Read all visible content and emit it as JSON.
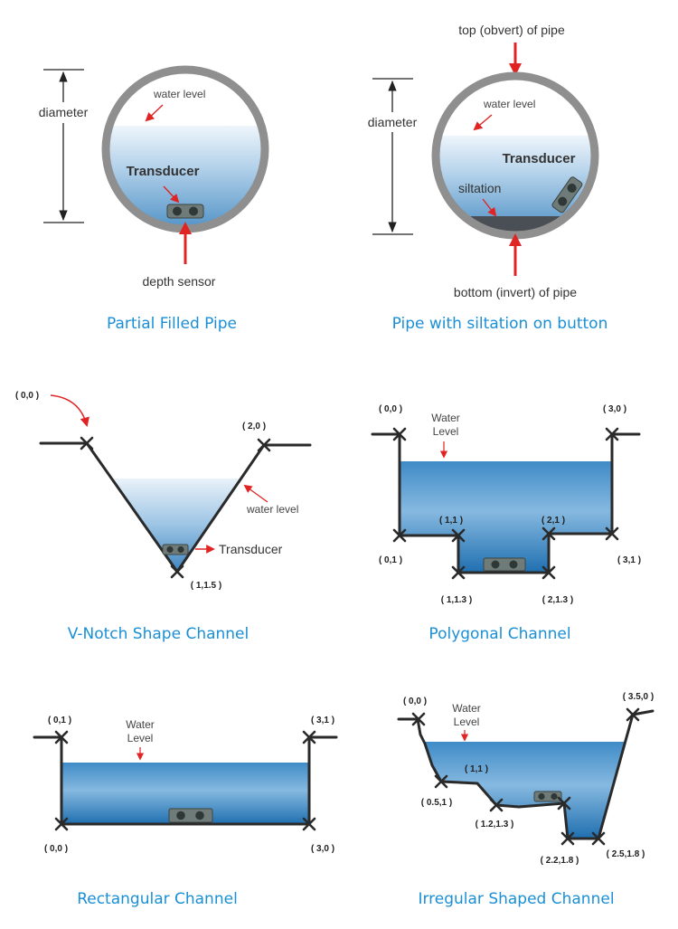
{
  "partial_pipe": {
    "caption": "Partial Filled Pipe",
    "diameter_label": "diameter",
    "water_level_label": "water level",
    "transducer_label": "Transducer",
    "sensor_label": "depth sensor"
  },
  "silt_pipe": {
    "caption": "Pipe with siltation on button",
    "top_label": "top (obvert) of pipe",
    "diameter_label": "diameter",
    "water_level_label": "water level",
    "transducer_label": "Transducer",
    "siltation_label": "siltation",
    "bottom_label": "bottom (invert) of pipe"
  },
  "vnotch": {
    "caption": "V-Notch Shape Channel",
    "points": [
      "( 0,0 )",
      "( 2,0 )",
      "( 1,1.5 )"
    ],
    "water_level_label": "water level",
    "transducer_label": "Transducer"
  },
  "polygonal": {
    "caption": "Polygonal Channel",
    "points": [
      "( 0,0 )",
      "( 3,0 )",
      "( 1,1 )",
      "( 2,1 )",
      "( 0,1 )",
      "( 3,1 )",
      "( 1,1.3 )",
      "( 2,1.3 )"
    ],
    "water_label_line1": "Water",
    "water_label_line2": "Level"
  },
  "rectangular": {
    "caption": "Rectangular Channel",
    "points": [
      "( 0,1 )",
      "( 3,1 )",
      "( 0,0 )",
      "( 3,0 )"
    ],
    "water_label_line1": "Water",
    "water_label_line2": "Level"
  },
  "irregular": {
    "caption": "Irregular Shaped Channel",
    "points": [
      "( 0,0 )",
      "( 3.5,0 )",
      "( 1,1 )",
      "( 0.5,1 )",
      "( 1.2,1.3 )",
      "( 2.2,1.8 )",
      "( 2.5,1.8 )"
    ],
    "water_label_line1": "Water",
    "water_label_line2": "Level"
  },
  "colors": {
    "caption": "#1a8fd6",
    "arrow": "#e02424",
    "pipe": "#8f8f8f",
    "water": "#4f94c8"
  }
}
